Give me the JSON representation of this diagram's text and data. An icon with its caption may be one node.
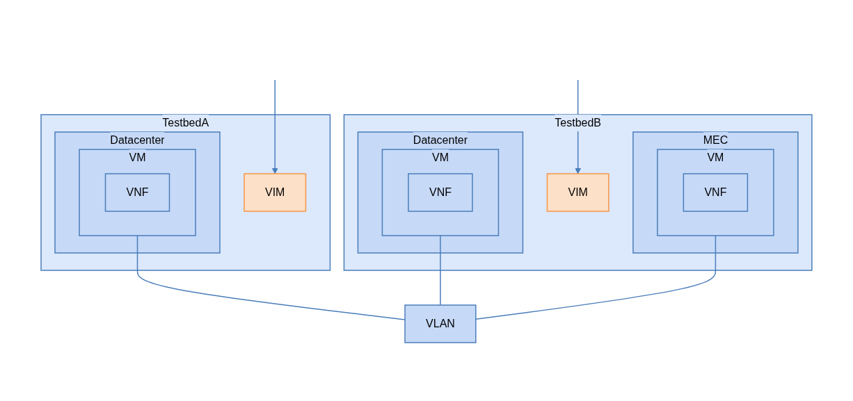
{
  "diagram": {
    "nodes": [
      {
        "text": [
          "TestbedA"
        ]
      },
      {
        "text": [
          "VIM"
        ],
        "in": 0
      },
      {
        "text": [
          "Datacenter"
        ],
        "in": 0
      },
      {
        "text": [
          "VM"
        ],
        "in": 2
      },
      {
        "text": [
          "VNF"
        ],
        "in": 3
      },
      {
        "text": [
          "TestbedB"
        ]
      },
      {
        "text": [
          "VIM"
        ],
        "in": 5
      },
      {
        "text": [
          "Datacenter"
        ],
        "in": 5
      },
      {
        "text": [
          "VM"
        ],
        "in": 7
      },
      {
        "text": [
          "VNF"
        ],
        "in": 8
      },
      {
        "text": [
          "MEC"
        ],
        "in": 5
      },
      {
        "text": [
          "VM"
        ],
        "in": 10
      },
      {
        "text": [
          "VNF"
        ],
        "in": 11
      },
      {
        "text": [
          "VLAN"
        ]
      }
    ],
    "edges": [
      {
        "from": null,
        "to": 1,
        "arrow": "to"
      },
      {
        "from": null,
        "to": 6,
        "arrow": "to"
      },
      {
        "from": 3,
        "to": 13,
        "arrow": "none"
      },
      {
        "from": 8,
        "to": 13,
        "arrow": "none"
      },
      {
        "from": 11,
        "to": 13,
        "arrow": "none"
      }
    ]
  }
}
